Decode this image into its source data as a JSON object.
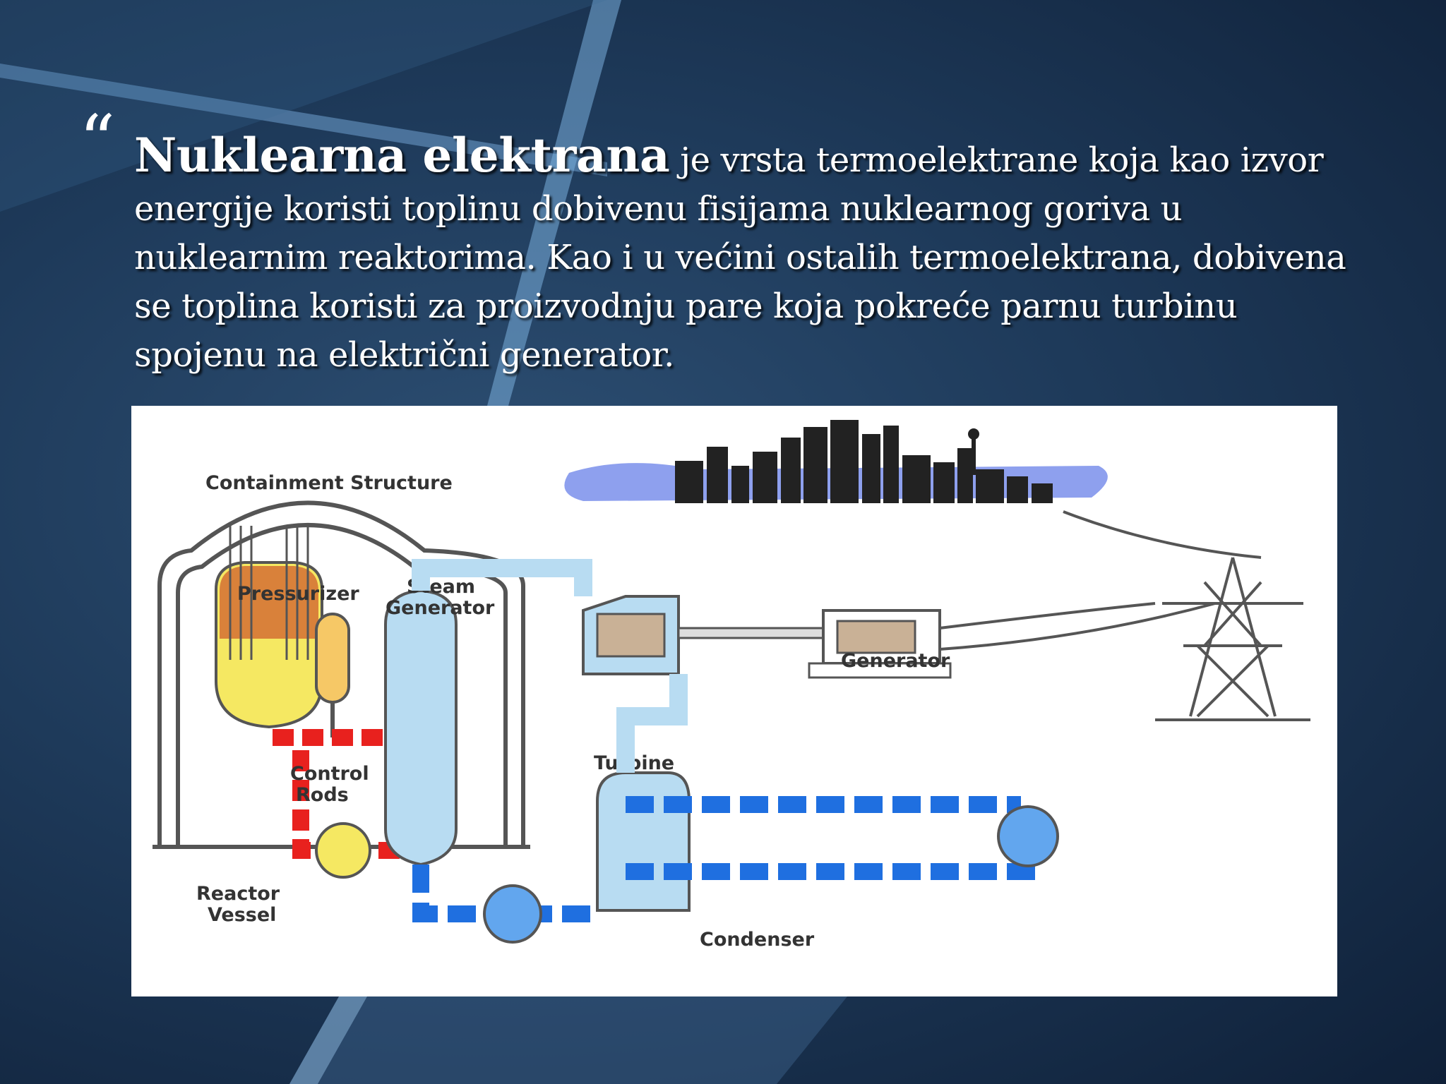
{
  "slide": {
    "quote_mark": "“",
    "lead": "Nuklearna elektrana",
    "body": " je vrsta termoelektrane koja kao izvor energije koristi toplinu dobivenu fisijama nuklearnog goriva u nuklearnim reaktorima. Kao i u većini ostalih termoelektrana, dobivena se toplina koristi za proizvodnju pare koja pokreće parnu turbinu spojenu na električni generator."
  },
  "diagram": {
    "labels": {
      "containment": "Containment Structure",
      "pressurizer": "Pressurizer",
      "steam_gen_1": "Steam",
      "steam_gen_2": "Generator",
      "control_1": "Control",
      "control_2": "Rods",
      "reactor_1": "Reactor",
      "reactor_2": "Vessel",
      "turbine": "Turbine",
      "generator": "Generator",
      "condenser": "Condenser"
    },
    "colors": {
      "hot_loop": "#e8211e",
      "cool_water": "#1f6fe0",
      "light_water": "#b8dcf2",
      "fuel": "#f2e058",
      "vessel": "#d87b33"
    }
  }
}
